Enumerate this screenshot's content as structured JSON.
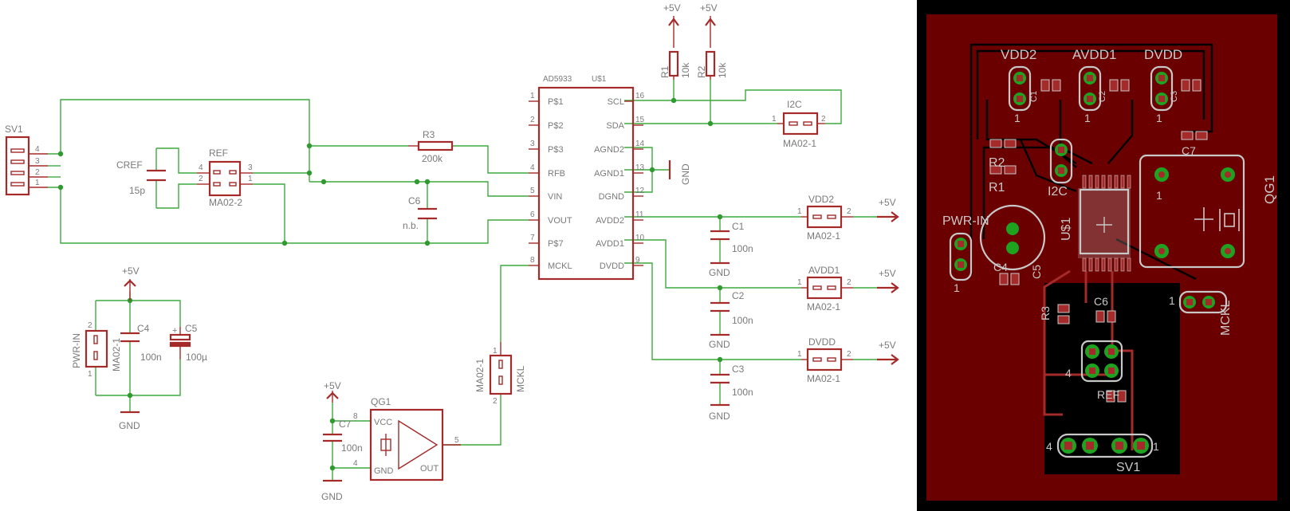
{
  "schematic": {
    "ic": {
      "part": "AD5933",
      "ref": "U$1",
      "left_pins": [
        {
          "num": "1",
          "name": "P$1"
        },
        {
          "num": "2",
          "name": "P$2"
        },
        {
          "num": "3",
          "name": "P$3"
        },
        {
          "num": "4",
          "name": "RFB"
        },
        {
          "num": "5",
          "name": "VIN"
        },
        {
          "num": "6",
          "name": "VOUT"
        },
        {
          "num": "7",
          "name": "P$7"
        },
        {
          "num": "8",
          "name": "MCKL"
        }
      ],
      "right_pins": [
        {
          "num": "16",
          "name": "SCL"
        },
        {
          "num": "15",
          "name": "SDA"
        },
        {
          "num": "14",
          "name": "AGND2"
        },
        {
          "num": "13",
          "name": "AGND1"
        },
        {
          "num": "12",
          "name": "DGND"
        },
        {
          "num": "11",
          "name": "AVDD2"
        },
        {
          "num": "10",
          "name": "AVDD1"
        },
        {
          "num": "9",
          "name": "DVDD"
        }
      ]
    },
    "sv1": {
      "name": "SV1",
      "pins": [
        "4",
        "3",
        "2",
        "1"
      ]
    },
    "cref": {
      "name": "CREF",
      "value": "15p"
    },
    "ref_conn": {
      "name": "REF",
      "value": "MA02-2",
      "pins": [
        "4",
        "2",
        "3",
        "1"
      ]
    },
    "r3": {
      "name": "R3",
      "value": "200k"
    },
    "c6": {
      "name": "C6",
      "value": "n.b."
    },
    "r1": {
      "name": "R1",
      "value": "10k"
    },
    "r2": {
      "name": "R2",
      "value": "10k"
    },
    "i2c": {
      "name": "I2C",
      "value": "MA02-1",
      "pin1": "1",
      "pin2": "2"
    },
    "gnd_label": "GND",
    "vcc_label": "+5V",
    "supply_caps": [
      {
        "name": "C1",
        "value": "100n"
      },
      {
        "name": "C2",
        "value": "100n"
      },
      {
        "name": "C3",
        "value": "100n"
      }
    ],
    "supply_conns": [
      {
        "name": "VDD2",
        "value": "MA02-1"
      },
      {
        "name": "AVDD1",
        "value": "MA02-1"
      },
      {
        "name": "DVDD",
        "value": "MA02-1"
      }
    ],
    "power_in": {
      "name": "PWR-IN",
      "value": "MA02-1",
      "pin_top": "2",
      "pin_bottom": "1"
    },
    "c4": {
      "name": "C4",
      "value": "100n"
    },
    "c5": {
      "name": "C5",
      "value": "100µ"
    },
    "mckl_conn": {
      "name": "MCKL",
      "value": "MA02-1",
      "pin_top": "1",
      "pin_bottom": "2"
    },
    "qg1": {
      "name": "QG1",
      "vcc": "VCC",
      "gnd": "GND",
      "out": "OUT",
      "pin_vcc": "8",
      "pin_gnd": "4",
      "pin_out": "5"
    },
    "c7": {
      "name": "C7",
      "value": "100n"
    }
  },
  "board": {
    "labels": {
      "vdd2": "VDD2",
      "avdd1": "AVDD1",
      "dvdd": "DVDD",
      "c1": "C1",
      "c2": "C2",
      "c3": "C3",
      "c7": "C7",
      "r2": "R2",
      "r1": "R1",
      "i2c": "I2C",
      "qg1": "QG1",
      "pwr_in": "PWR-IN",
      "u1": "U$1",
      "c4": "C4",
      "c5": "C5",
      "r3": "R3",
      "c6": "C6",
      "ref": "REF",
      "mckl": "MCKL",
      "sv1": "SV1",
      "pin_one": "1",
      "pin_four": "4"
    },
    "colors": {
      "copper_top": "#6b0000",
      "copper_bottom": "#000000",
      "pad": "#1fa21f",
      "silk": "#c8c8c8",
      "hole": "#a52a2a"
    }
  }
}
